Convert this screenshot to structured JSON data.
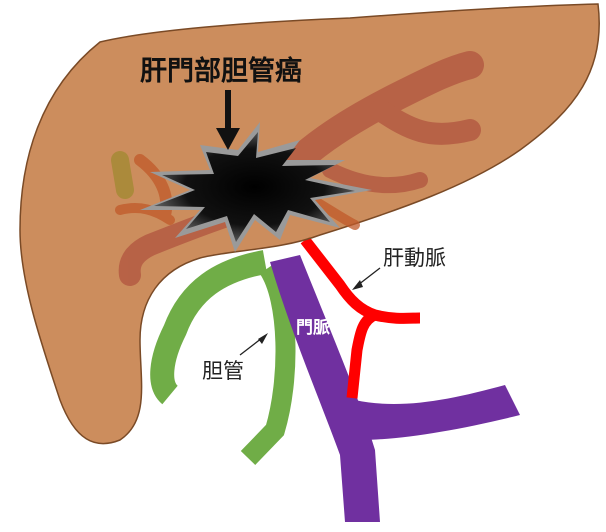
{
  "diagram": {
    "title": "肝門部胆管癌",
    "labels": {
      "hepatic_artery": "肝動脈",
      "portal_vein": "門脈",
      "bile_duct": "胆管"
    }
  },
  "colors": {
    "liver": "#c8834f",
    "liver_outline": "#7a4a26",
    "portal_vein": "#7030a0",
    "hepatic_artery": "#ff0000",
    "bile_duct": "#70ad47",
    "tumor": "#000000",
    "intrahepatic_vessels": "#b1543f"
  }
}
